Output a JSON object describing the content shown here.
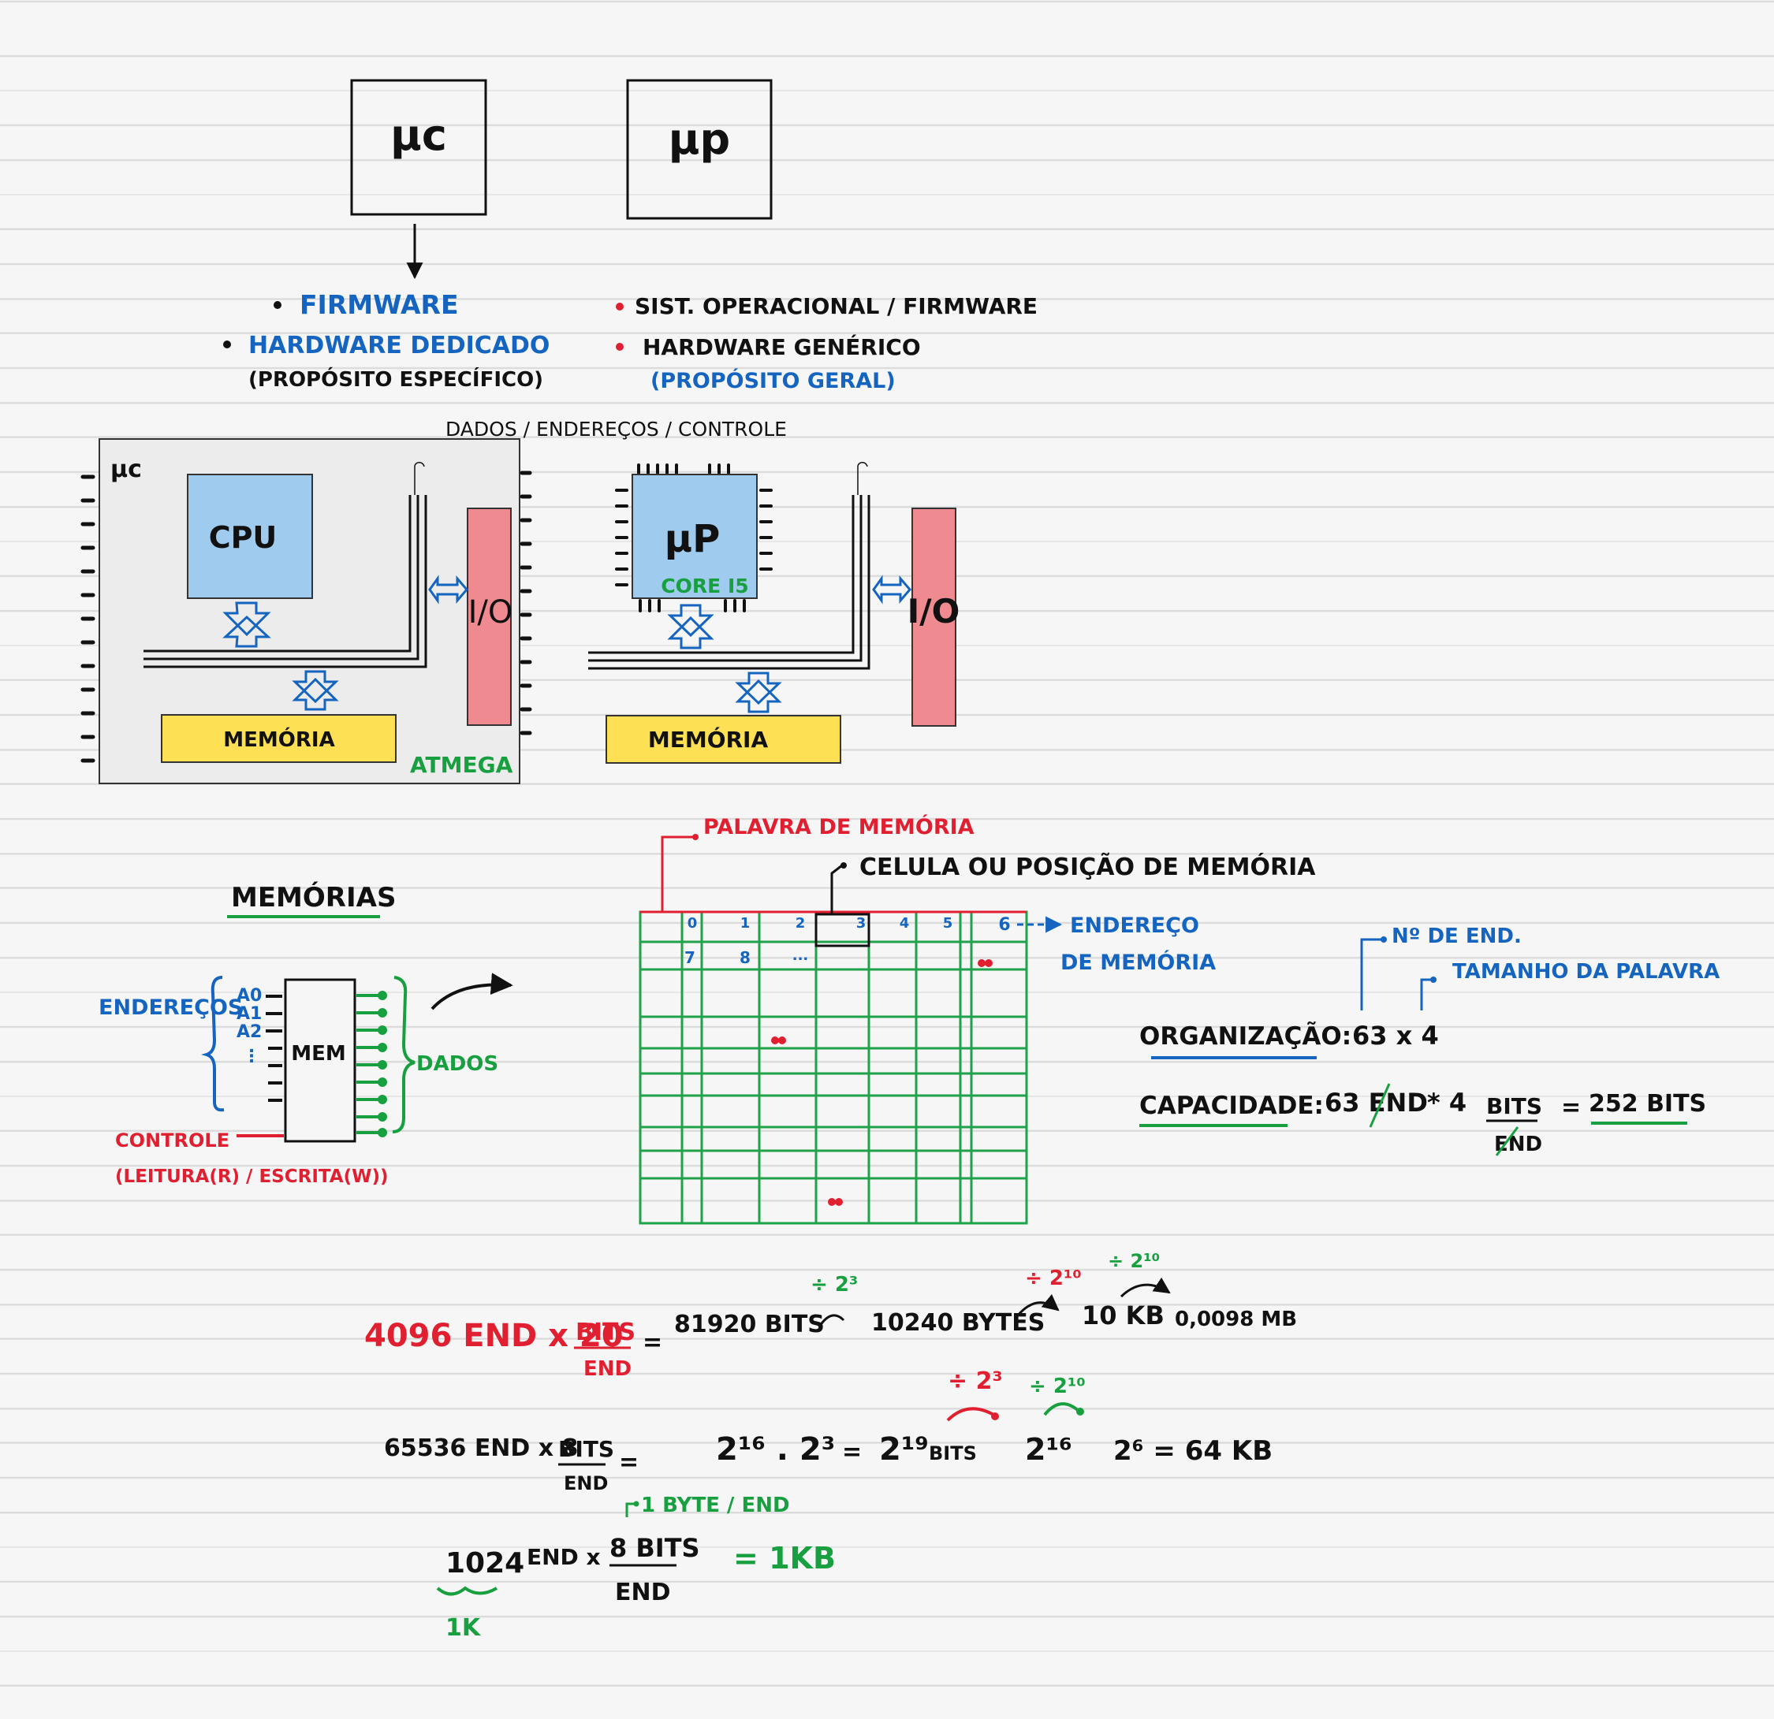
{
  "colors": {
    "black": "#111111",
    "blue": "#1565c0",
    "red": "#e02030",
    "green": "#18a040",
    "cpu_fill": "#9ecbee",
    "io_fill": "#ef8a90",
    "mem_fill": "#fde053",
    "panel_fill": "#ececec",
    "grid": "#1fa24a"
  },
  "top": {
    "uc_box": "µc",
    "up_box": "µp",
    "uc_bullets": [
      "FIRMWARE",
      "HARDWARE DEDICADO"
    ],
    "uc_note": "(PROPÓSITO ESPECÍFICO)",
    "up_bullets": [
      "SIST. OPERACIONAL / FIRMWARE",
      "HARDWARE GENÉRICO"
    ],
    "up_note": "(PROPÓSITO GERAL)"
  },
  "arch": {
    "bus_label": "DADOS / ENDEREÇOS / CONTROLE",
    "uc_corner": "µc",
    "cpu": "CPU",
    "io_left": "I/O",
    "mem_left": "MEMÓRIA",
    "atmega": "ATMEGA",
    "up_chip": "µP",
    "core": "CORE I5",
    "io_right": "I/O",
    "mem_right": "MEMÓRIA"
  },
  "memorias": {
    "title": "MEMÓRIAS",
    "enderecos": "ENDEREÇOS",
    "addr_lines": [
      "A0",
      "A1",
      "A2",
      "⋮"
    ],
    "mem": "MEM",
    "dados": "DADOS",
    "controle": "CONTROLE",
    "controle_sub": "(LEITURA(R) / ESCRITA(W))"
  },
  "grid": {
    "palavra": "PALAVRA DE MEMÓRIA",
    "celula": "CELULA OU POSIÇÃO DE MEMÓRIA",
    "endereco_1": "ENDEREÇO",
    "endereco_2": "DE MEMÓRIA",
    "row1": [
      "0",
      "1",
      "2",
      "3",
      "4",
      "5",
      "6"
    ],
    "row2": [
      "7",
      "8",
      "..."
    ]
  },
  "org": {
    "n_end": "Nº DE END.",
    "tamanho": "TAMANHO DA PALAVRA",
    "organizacao": "ORGANIZAÇÃO:",
    "org_value": "63 x 4",
    "capacidade": "CAPACIDADE:",
    "cap_a": "63 END",
    "cap_times": "* 4",
    "cap_bits": "BITS",
    "cap_end": "END",
    "cap_eq": "=",
    "cap_result": "252 BITS"
  },
  "calc1": {
    "lhs": "4096 END x 20",
    "bits": "BITS",
    "end": "END",
    "eq": "=",
    "v1": "81920 BITS",
    "d1": "÷ 2³",
    "v2": "10240 BYTES",
    "d2": "÷ 2¹⁰",
    "v3": "10 KB",
    "d3": "÷ 2¹⁰",
    "v4": "0,0098 MB"
  },
  "calc2": {
    "lhs": "65536 END x 8",
    "bits": "BITS",
    "end": "END",
    "eq": "=",
    "p1": "2¹⁶ . 2³",
    "eq2": "=",
    "p2": "2¹⁹",
    "p2_unit": "BITS",
    "d1": "÷ 2³",
    "d2": "÷ 2¹⁰",
    "p3": "2¹⁶",
    "p4": "2⁶ = 64 KB"
  },
  "calc3": {
    "note": "1 BYTE / END",
    "lhs": "1024",
    "end_x": "END x",
    "bits": "8 BITS",
    "end": "END",
    "result": "= 1KB",
    "k": "1K"
  }
}
